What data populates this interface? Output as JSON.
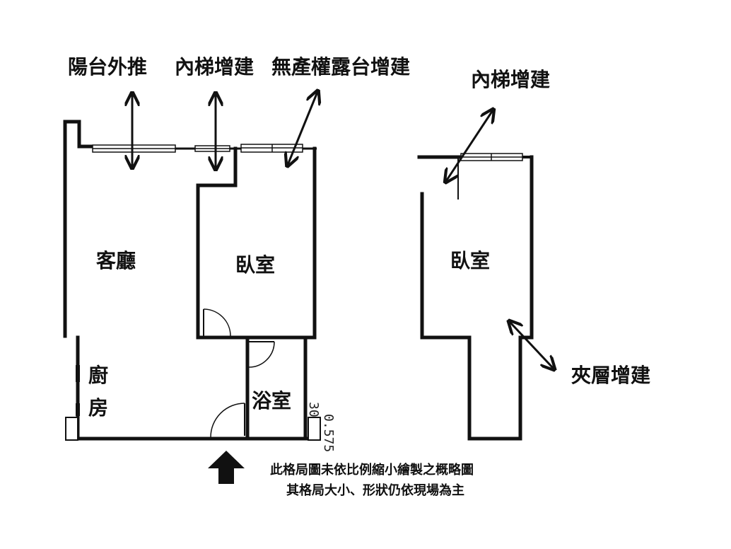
{
  "top_labels": {
    "balcony_push_out": "陽台外推",
    "internal_stair_addition_left": "內梯增建",
    "no_title_terrace_addition": "無產權露台增建",
    "internal_stair_addition_right": "內梯增建",
    "mezzanine_addition": "夾層增建"
  },
  "rooms": {
    "living_room": "客廳",
    "bedroom_left": "臥室",
    "kitchen_line1": "廚",
    "kitchen_line2": "房",
    "bathroom": "浴室",
    "bedroom_right": "臥室"
  },
  "dimension_marks": {
    "mark_a": "30",
    "mark_b": "0.575"
  },
  "notes": {
    "line1": "此格局圖未依比例縮小繪製之概略圖",
    "line2": "其格局大小、形狀仍依現場為主"
  },
  "colors": {
    "wall": "#111111",
    "window_fill": "#ffffff"
  }
}
